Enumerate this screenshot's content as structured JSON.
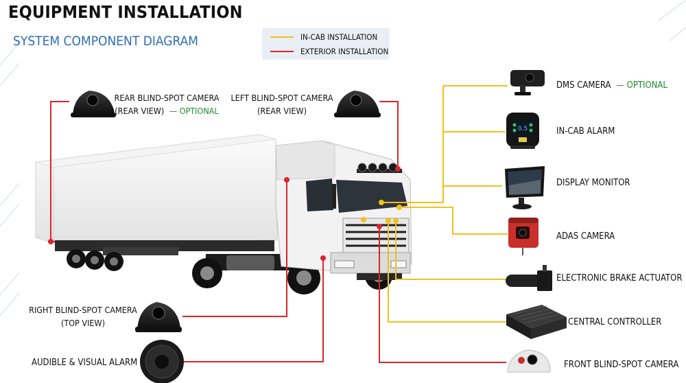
{
  "title": "EQUIPMENT INSTALLATION",
  "subtitle": "SYSTEM COMPONENT DIAGRAM",
  "colors": {
    "in_cab": "#f2c018",
    "exterior": "#d9262a",
    "subtitle": "#2f6db5",
    "optional": "#1f8a2d"
  },
  "legend": [
    {
      "label": "IN-CAB INSTALLATION",
      "color": "#f2c018"
    },
    {
      "label": "EXTERIOR INSTALLATION",
      "color": "#d9262a"
    }
  ],
  "components": {
    "rear_blind_spot": {
      "line1": "REAR BLIND-SPOT CAMERA",
      "line2": "(REAR VIEW)",
      "optional": "— OPTIONAL",
      "icon": "dome-camera-icon",
      "install": "exterior"
    },
    "left_blind_spot": {
      "line1": "LEFT BLIND-SPOT CAMERA",
      "line2": "(REAR VIEW)",
      "icon": "dome-camera-icon",
      "install": "exterior"
    },
    "dms_camera": {
      "label": "DMS CAMERA",
      "optional": "— OPTIONAL",
      "icon": "dms-camera-icon",
      "install": "in-cab"
    },
    "in_cab_alarm": {
      "label": "IN-CAB ALARM",
      "icon": "alarm-display-icon",
      "screen_value": "0.5",
      "install": "in-cab"
    },
    "display_monitor": {
      "label": "DISPLAY MONITOR",
      "icon": "monitor-icon",
      "install": "in-cab"
    },
    "adas_camera": {
      "label": "ADAS CAMERA",
      "icon": "adas-camera-icon",
      "install": "in-cab"
    },
    "brake_actuator": {
      "label": "ELECTRONIC BRAKE ACTUATOR",
      "icon": "actuator-icon",
      "install": "in-cab"
    },
    "central_controller": {
      "label": "CENTRAL CONTROLLER",
      "icon": "controller-box-icon",
      "install": "in-cab"
    },
    "front_blind_spot": {
      "label": "FRONT BLIND-SPOT CAMERA",
      "icon": "front-camera-icon",
      "install": "exterior"
    },
    "right_blind_spot": {
      "line1": "RIGHT BLIND-SPOT CAMERA",
      "line2": "(TOP VIEW)",
      "icon": "dome-camera-icon",
      "install": "exterior"
    },
    "audible_alarm": {
      "label": "AUDIBLE & VISUAL ALARM",
      "icon": "speaker-icon",
      "install": "exterior"
    }
  }
}
